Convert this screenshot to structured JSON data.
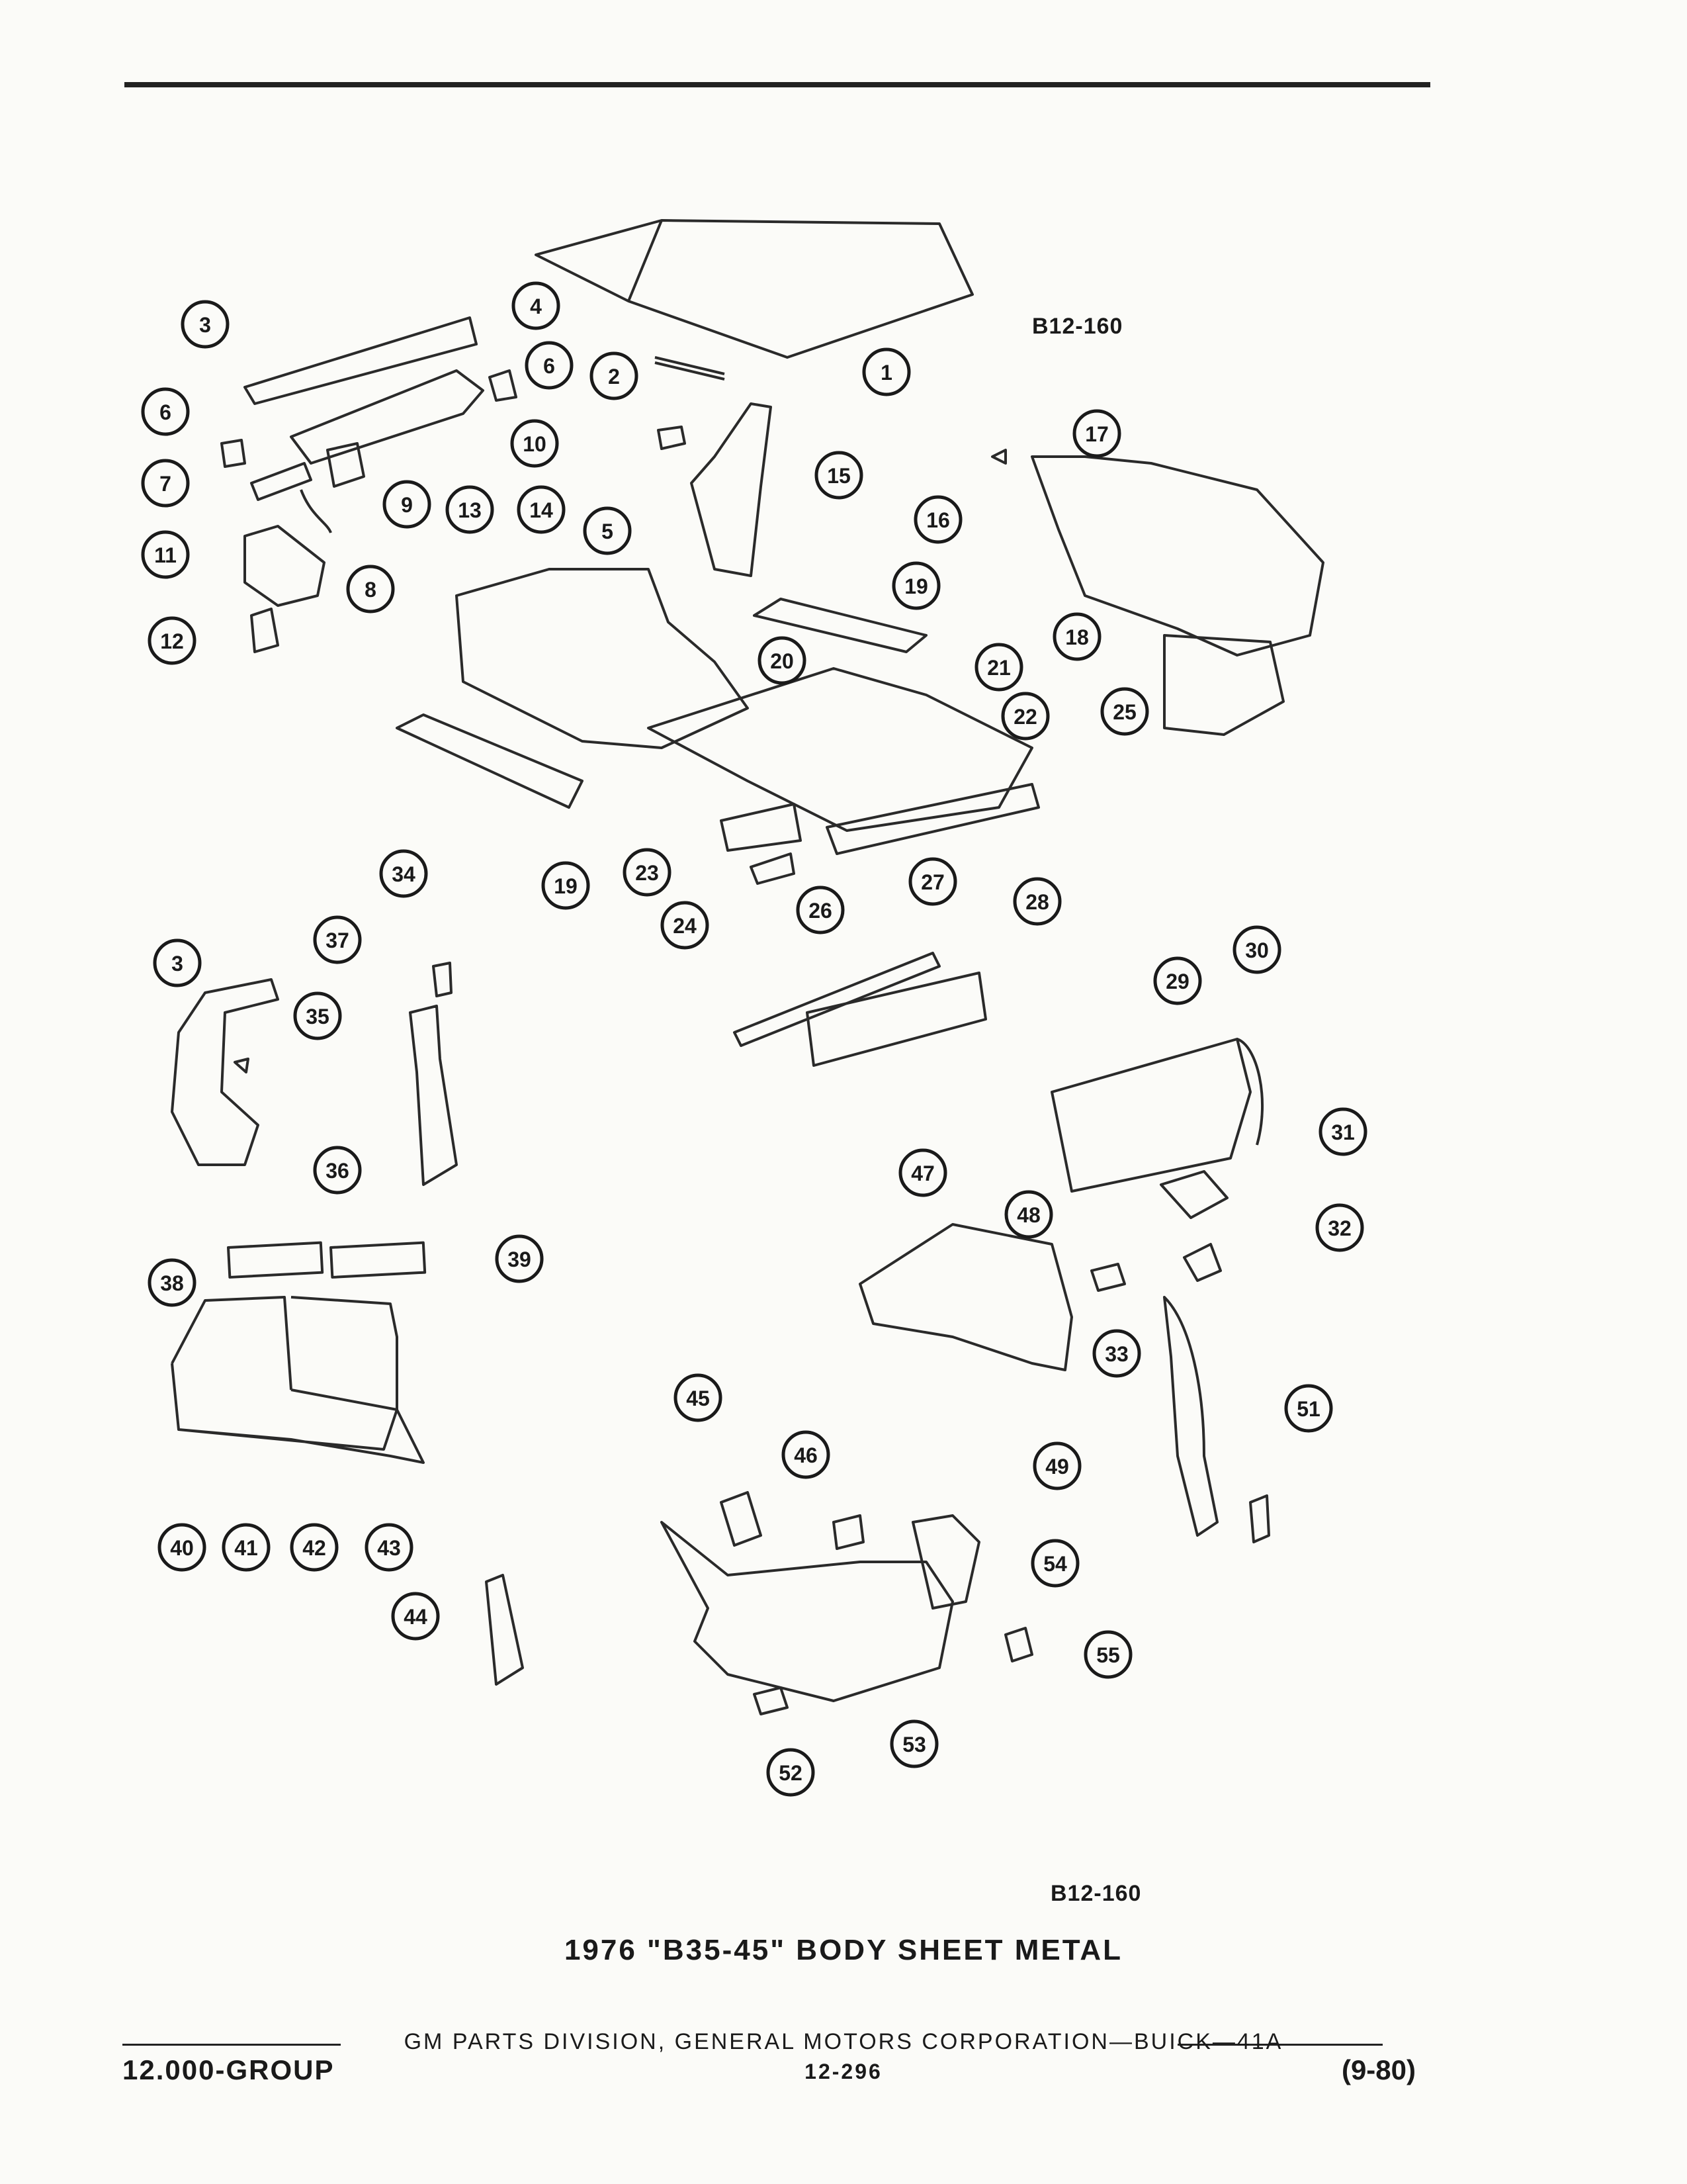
{
  "header": {
    "ref_top": "B12-160",
    "ref_bottom": "B12-160"
  },
  "title": "1976 \"B35-45\" BODY SHEET METAL",
  "footer": {
    "division": "GM PARTS DIVISION, GENERAL MOTORS CORPORATION—BUICK—41A",
    "group": "12.000-GROUP",
    "page": "12-296",
    "date": "(9-80)"
  },
  "callouts": [
    {
      "id": "c1",
      "label": "1"
    },
    {
      "id": "c2",
      "label": "2"
    },
    {
      "id": "c3a",
      "label": "3"
    },
    {
      "id": "c3b",
      "label": "3"
    },
    {
      "id": "c4",
      "label": "4"
    },
    {
      "id": "c5",
      "label": "5"
    },
    {
      "id": "c6a",
      "label": "6"
    },
    {
      "id": "c6b",
      "label": "6"
    },
    {
      "id": "c7",
      "label": "7"
    },
    {
      "id": "c8",
      "label": "8"
    },
    {
      "id": "c9",
      "label": "9"
    },
    {
      "id": "c10",
      "label": "10"
    },
    {
      "id": "c11",
      "label": "11"
    },
    {
      "id": "c12",
      "label": "12"
    },
    {
      "id": "c13",
      "label": "13"
    },
    {
      "id": "c14",
      "label": "14"
    },
    {
      "id": "c15",
      "label": "15"
    },
    {
      "id": "c16",
      "label": "16"
    },
    {
      "id": "c17",
      "label": "17"
    },
    {
      "id": "c18",
      "label": "18"
    },
    {
      "id": "c19a",
      "label": "19"
    },
    {
      "id": "c19b",
      "label": "19"
    },
    {
      "id": "c20",
      "label": "20"
    },
    {
      "id": "c21",
      "label": "21"
    },
    {
      "id": "c22",
      "label": "22"
    },
    {
      "id": "c23",
      "label": "23"
    },
    {
      "id": "c24",
      "label": "24"
    },
    {
      "id": "c25",
      "label": "25"
    },
    {
      "id": "c26",
      "label": "26"
    },
    {
      "id": "c27",
      "label": "27"
    },
    {
      "id": "c28",
      "label": "28"
    },
    {
      "id": "c29",
      "label": "29"
    },
    {
      "id": "c30",
      "label": "30"
    },
    {
      "id": "c31",
      "label": "31"
    },
    {
      "id": "c32",
      "label": "32"
    },
    {
      "id": "c33",
      "label": "33"
    },
    {
      "id": "c34",
      "label": "34"
    },
    {
      "id": "c35",
      "label": "35"
    },
    {
      "id": "c36",
      "label": "36"
    },
    {
      "id": "c37",
      "label": "37"
    },
    {
      "id": "c38",
      "label": "38"
    },
    {
      "id": "c39",
      "label": "39"
    },
    {
      "id": "c40",
      "label": "40"
    },
    {
      "id": "c41",
      "label": "41"
    },
    {
      "id": "c42",
      "label": "42"
    },
    {
      "id": "c43",
      "label": "43"
    },
    {
      "id": "c44",
      "label": "44"
    },
    {
      "id": "c45",
      "label": "45"
    },
    {
      "id": "c46",
      "label": "46"
    },
    {
      "id": "c47",
      "label": "47"
    },
    {
      "id": "c48",
      "label": "48"
    },
    {
      "id": "c49",
      "label": "49"
    },
    {
      "id": "c51",
      "label": "51"
    },
    {
      "id": "c52",
      "label": "52"
    },
    {
      "id": "c53",
      "label": "53"
    },
    {
      "id": "c54",
      "label": "54"
    },
    {
      "id": "c55",
      "label": "55"
    }
  ]
}
